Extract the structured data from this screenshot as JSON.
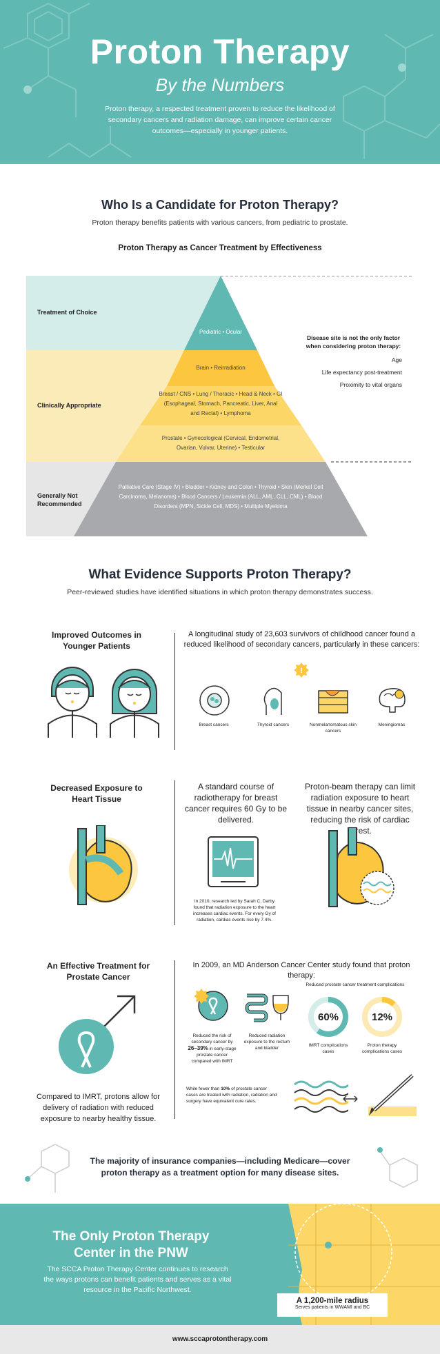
{
  "hero": {
    "title": "Proton Therapy",
    "subtitle": "By the Numbers",
    "intro": "Proton therapy, a respected treatment proven to reduce the likelihood of secondary cancers and radiation damage, can improve certain cancer outcomes—especially in younger patients."
  },
  "candidate": {
    "title": "Who Is a Candidate for Proton Therapy?",
    "subtitle": "Proton therapy benefits patients with various cancers, from pediatric to prostate.",
    "chart_title": "Proton Therapy as Cancer Treatment by Effectiveness",
    "bands": [
      {
        "label": "Treatment of Choice",
        "items": "Pediatric • Ocular"
      },
      {
        "label": "Clinically Appropriate",
        "items_1": "Brain • Reirradiation",
        "items_2": "Breast / CNS • Lung / Thoracic • Head & Neck • GI (Esophageal, Stomach, Pancreatic, Liver, Anal and Rectal) • Lymphoma",
        "items_3": "Prostate • Gynecological (Cervical, Endometrial, Ovarian, Vulvar, Uterine) • Testicular"
      },
      {
        "label": "Generally Not Recommended",
        "items": "Palliative Care (Stage IV) • Bladder • Kidney and Colon • Thyroid • Skin (Merkel Cell Carcinoma, Melanoma) • Blood Cancers / Leukemia (ALL, AML, CLL, CML) • Blood Disorders (MPN, Sickle Cell, MDS) • Multiple Myeloma"
      }
    ],
    "factor_title": "Disease site is not the only factor when considering proton therapy:",
    "factors": [
      "Age",
      "Life expectancy post-treatment",
      "Proximity to vital organs"
    ]
  },
  "evidence": {
    "title": "What Evidence Supports Proton Therapy?",
    "subtitle": "Peer-reviewed studies have identified situations in which proton therapy demonstrates success."
  },
  "row1": {
    "title": "Improved Outcomes in Younger Patients",
    "text": "A longitudinal study of 23,603 survivors of childhood cancer found a reduced likelihood of secondary cancers, particularly in these cancers:",
    "cancers": [
      "Breast cancers",
      "Thyroid cancers",
      "Nonmelanomatous skin cancers",
      "Meningiomas"
    ]
  },
  "row2": {
    "title": "Decreased Exposure to Heart Tissue",
    "text_a": "A standard course of radiotherapy for breast cancer requires 60 Gy to be delivered.",
    "text_b": "Proton-beam therapy can limit radiation exposure to heart tissue in nearby cancer sites, reducing the risk of cardiac arrest.",
    "note": "In 2010, research led by Sarah C. Darby found that radiation exposure to the heart increases cardiac events. For every Gy of radiation, cardiac events rise by 7.4%."
  },
  "row3": {
    "title": "An Effective Treatment for Prostate Cancer",
    "text": "In 2009, an MD Anderson Cancer Center study found that proton therapy:",
    "bottom_left": "Compared to IMRT, protons allow for delivery of radiation with reduced exposure to nearby healthy tissue.",
    "complications_title": "Reduced prostate cancer treatment complications",
    "stat1_pct": "60%",
    "stat1_label": "IMRT complications cases",
    "stat2_pct": "12%",
    "stat2_label": "Proton therapy complications cases",
    "risk_a": "Reduced the risk of secondary cancer by",
    "risk_b": "26–39%",
    "risk_c": "in early-stage prostate cancer compared with IMRT",
    "reduced_exposure": "Reduced radiation exposure to the rectum and bladder",
    "less_than_a": "While fewer than",
    "less_than_b": "10%",
    "less_than_c": "of prostate cancer cases are treated with radiation, radiation and surgery have equivalent cure rates."
  },
  "insurance": "The majority of insurance companies—including Medicare—cover proton therapy as a treatment option for many disease sites.",
  "pnw": {
    "title": "The Only Proton Therapy Center in the PNW",
    "text": "The SCCA Proton Therapy Center continues to research the ways protons can benefit patients and serves as a vital resource in the Pacific Northwest.",
    "radius_title": "A 1,200-mile radius",
    "radius_sub": "Serves patients in WWAMI and BC"
  },
  "url": "www.sccaprotontherapy.com",
  "colors": {
    "teal": "#5fb8b2",
    "yellow": "#fbd36b",
    "gray": "#a7a9ac",
    "navy": "#262d3a"
  }
}
